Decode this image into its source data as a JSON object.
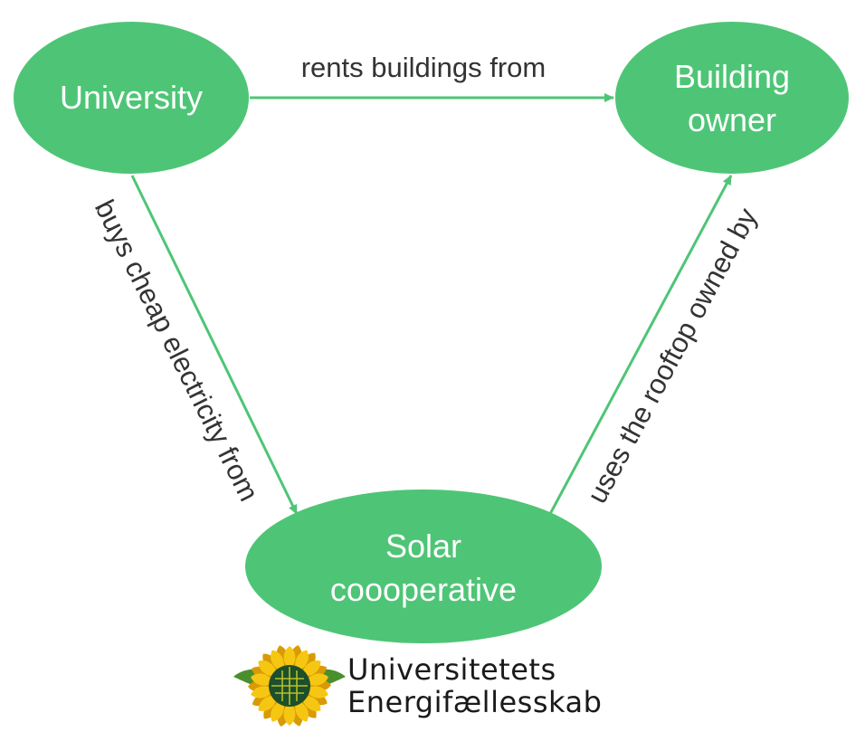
{
  "colors": {
    "node_fill": "#4ec576",
    "edge": "#4ec576",
    "node_text": "#ffffff",
    "edge_text": "#333333",
    "petal": "#f6c712",
    "petal_dark": "#d99a06",
    "leaf": "#4a8f2e",
    "panel": "#1d4f2a",
    "panel_grid": "#b8bf2a"
  },
  "nodes": {
    "university": {
      "lines": [
        "University"
      ]
    },
    "building_owner": {
      "lines": [
        "Building",
        "owner"
      ]
    },
    "solar_cooperative": {
      "lines": [
        "Solar",
        "coooperative"
      ]
    }
  },
  "edges": {
    "rents": {
      "label": "rents buildings from",
      "from": "university",
      "to": "building_owner"
    },
    "buys": {
      "label": "buys cheap electricity from",
      "from": "university",
      "to": "solar_cooperative"
    },
    "uses": {
      "label": "uses the rooftop owned by",
      "from": "solar_cooperative",
      "to": "building_owner"
    }
  },
  "logo": {
    "icon": "sunflower-solar-icon",
    "lines": [
      "Universitetets",
      "Energifællesskab"
    ]
  }
}
